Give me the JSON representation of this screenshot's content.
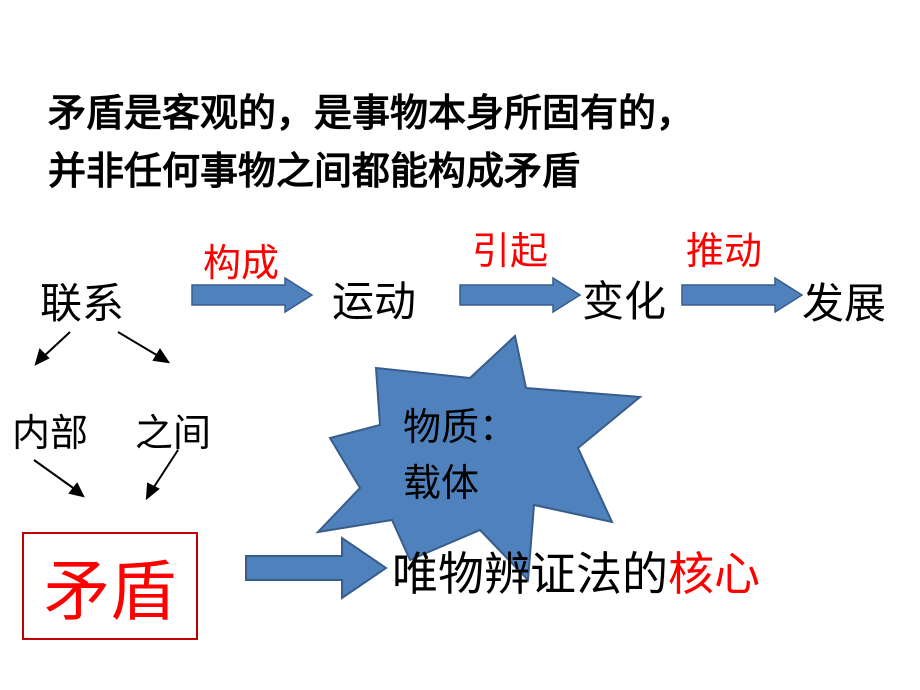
{
  "statement": {
    "line1": "矛盾是客观的，是事物本身所固有的，",
    "line2": "并非任何事物之间都能构成矛盾"
  },
  "chain": {
    "nodes": [
      "联系",
      "运动",
      "变化",
      "发展"
    ],
    "arrow_labels": [
      "构成",
      "引起",
      "推动"
    ]
  },
  "split": {
    "left": "内部",
    "right": "之间"
  },
  "burst": {
    "line1": "物质：",
    "line2": "载体"
  },
  "core": {
    "term": "矛盾",
    "note_prefix": "唯物辨证法的",
    "note_highlight": "核心"
  },
  "colors": {
    "arrow_fill": "#4f81bd",
    "arrow_stroke": "#385d8a",
    "accent_red": "#ff0000"
  }
}
